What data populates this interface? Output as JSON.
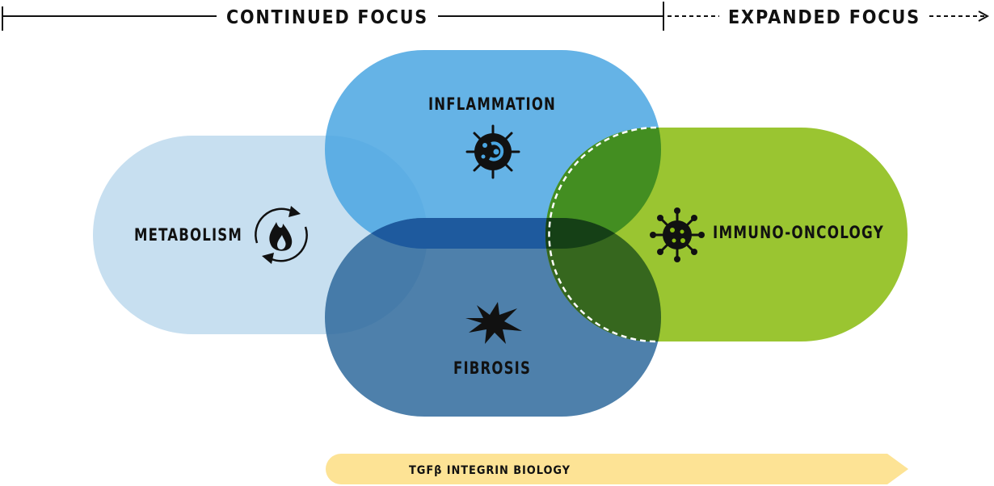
{
  "header": {
    "continued_label": "CONTINUED FOCUS",
    "expanded_label": "EXPANDED FOCUS"
  },
  "areas": {
    "metabolism": {
      "label": "METABOLISM",
      "icon": "flame-cycle-icon",
      "color": "#c7dff0"
    },
    "inflammation": {
      "label": "INFLAMMATION",
      "icon": "immune-cell-icon",
      "color": "#4aa6e2"
    },
    "fibrosis": {
      "label": "FIBROSIS",
      "icon": "fibroblast-icon",
      "color": "#2f6a9c"
    },
    "immuno_oncology": {
      "label": "IMMUNO-ONCOLOGY",
      "icon": "virus-icon",
      "color": "#8cbd14"
    }
  },
  "footer_bar": {
    "label": "TGFβ INTEGRIN BIOLOGY",
    "color": "#fde395"
  }
}
